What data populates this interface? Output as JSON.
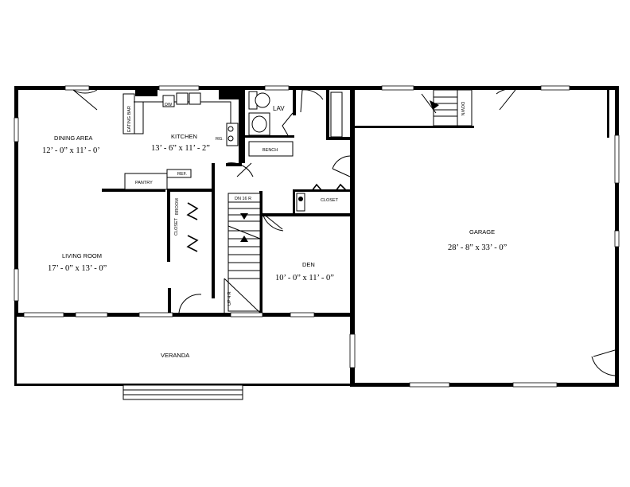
{
  "rooms": {
    "dining": {
      "name": "DINING AREA",
      "dims": "12’ - 0” x 11’ - 0’"
    },
    "kitchen": {
      "name": "KITCHEN",
      "dims": "13’ - 6” x 11’ - 2”"
    },
    "living": {
      "name": "LIVING ROOM",
      "dims": "17’ - 0” x 13’ - 0”"
    },
    "den": {
      "name": "DEN",
      "dims": "10’ - 0” x 11’ - 0”"
    },
    "garage": {
      "name": "GARAGE",
      "dims": "28’ - 8” x 33’ - 0”"
    },
    "veranda": {
      "name": "VERANDA"
    },
    "lav": {
      "name": "LAV"
    }
  },
  "labels": {
    "eating_bar": "EATING BAR",
    "dw": "DW",
    "rg": "RG.",
    "pantry": "PANTRY",
    "ref": "REF.",
    "broom": "BROOM",
    "closet_left": "CLOSET",
    "closet_den": "CLOSET",
    "bench": "BENCH",
    "stairs_down": "DN 16 R",
    "stairs_up": "UP 4 R",
    "garage_stairs": "DOWN"
  }
}
